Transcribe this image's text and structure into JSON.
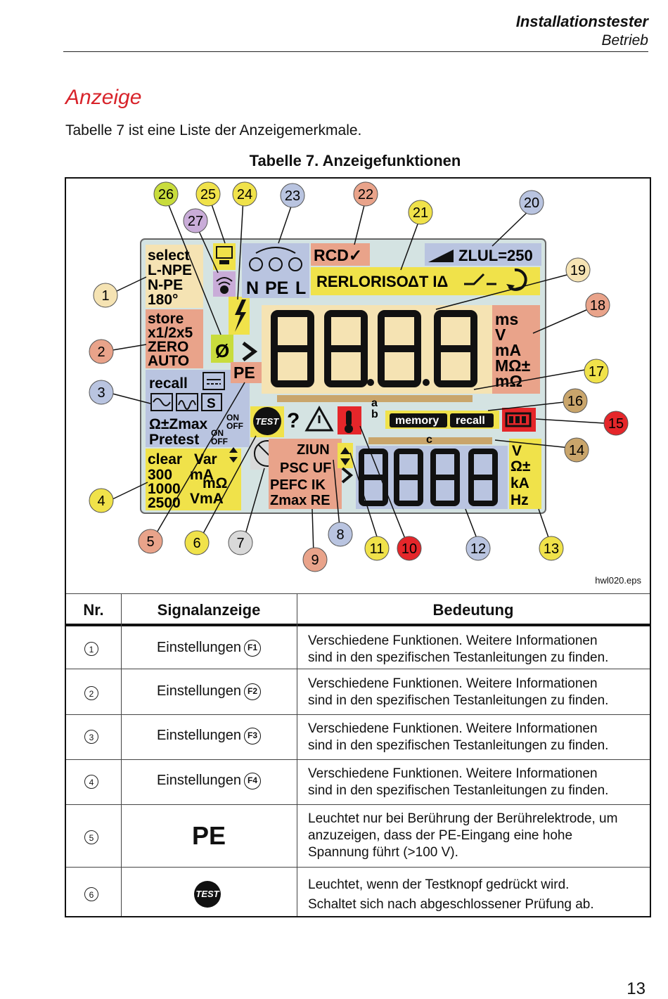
{
  "header": {
    "title": "Installationstester",
    "subtitle": "Betrieb"
  },
  "section": {
    "title": "Anzeige",
    "intro": "Tabelle 7 ist eine Liste der Anzeigemerkmale."
  },
  "table": {
    "caption": "Tabelle 7. Anzeigefunktionen",
    "figure_id": "hwl020.eps",
    "headers": {
      "nr": "Nr.",
      "signal": "Signalanzeige",
      "meaning": "Bedeutung"
    },
    "rows": [
      {
        "nr": "1",
        "signal": "Einstellungen",
        "key": "F1",
        "meaning": [
          "Verschiedene Funktionen. Weitere Informationen",
          "sind in den spezifischen Testanleitungen zu finden."
        ]
      },
      {
        "nr": "2",
        "signal": "Einstellungen",
        "key": "F2",
        "meaning": [
          "Verschiedene Funktionen. Weitere Informationen",
          "sind in den spezifischen Testanleitungen zu finden."
        ]
      },
      {
        "nr": "3",
        "signal": "Einstellungen",
        "key": "F3",
        "meaning": [
          "Verschiedene Funktionen. Weitere Informationen",
          "sind in den spezifischen Testanleitungen zu finden."
        ]
      },
      {
        "nr": "4",
        "signal": "Einstellungen",
        "key": "F4",
        "meaning": [
          "Verschiedene Funktionen. Weitere Informationen",
          "sind in den spezifischen Testanleitungen zu finden."
        ]
      },
      {
        "nr": "5",
        "signal": "PE",
        "meaning": [
          "Leuchtet nur bei Berührung der Berührelektrode, um",
          "anzuzeigen, dass der PE-Eingang eine hohe",
          "Spannung führt (>100 V)."
        ]
      },
      {
        "nr": "6",
        "signal": "TEST",
        "meaning": [
          "Leuchtet, wenn der Testknopf gedrückt wird.",
          "Schaltet sich nach abgeschlossener Prüfung ab."
        ]
      }
    ]
  },
  "display": {
    "f1": [
      "select",
      "L-NPE",
      "N-PE",
      "180°"
    ],
    "f2": [
      "store",
      "x1/2x5",
      "ZERO",
      "AUTO"
    ],
    "f3_recall": "recall",
    "f3_wave_s": "S",
    "f3_zmax": "Ω±Zmax",
    "f3_pretest": "Pretest",
    "on": "ON",
    "off": "OFF",
    "f4": [
      "clear",
      "Var",
      "300",
      "mA",
      "1000",
      "mΩ",
      "2500",
      "VmA"
    ],
    "phi": "Ø",
    "pe": "PE",
    "test": "TEST",
    "question": "?",
    "terminals": [
      "N",
      "PE",
      "L"
    ],
    "rcd": "RCD✓",
    "zlul": "ZLUL=250",
    "re": "RERLORISO",
    "delta_t": "ΔT IΔ",
    "units_top": [
      "ms",
      "V",
      "mA",
      "MΩ±",
      "mΩ"
    ],
    "label_a": "a",
    "label_b": "b",
    "label_c": "c",
    "memory": "memory",
    "recall": "recall",
    "sec_left": [
      "ZIUN",
      "PSC UF",
      "PEFC IK",
      "Zmax RE"
    ],
    "units_bottom": [
      "V",
      "Ω±",
      "kA",
      "Hz"
    ],
    "callouts": [
      {
        "n": "1",
        "c": "#f5e3b3"
      },
      {
        "n": "2",
        "c": "#e9a38a"
      },
      {
        "n": "3",
        "c": "#b9c4e0"
      },
      {
        "n": "4",
        "c": "#f0e24a"
      },
      {
        "n": "5",
        "c": "#e9a38a"
      },
      {
        "n": "6",
        "c": "#f0e24a"
      },
      {
        "n": "7",
        "c": "#d9d9d9"
      },
      {
        "n": "8",
        "c": "#b9c4e0"
      },
      {
        "n": "9",
        "c": "#e9a38a"
      },
      {
        "n": "10",
        "c": "#e5262a"
      },
      {
        "n": "11",
        "c": "#f0e24a"
      },
      {
        "n": "12",
        "c": "#b9c4e0"
      },
      {
        "n": "13",
        "c": "#f0e24a"
      },
      {
        "n": "14",
        "c": "#c9a56b"
      },
      {
        "n": "15",
        "c": "#e5262a"
      },
      {
        "n": "16",
        "c": "#c9a56b"
      },
      {
        "n": "17",
        "c": "#f0e24a"
      },
      {
        "n": "18",
        "c": "#e9a38a"
      },
      {
        "n": "19",
        "c": "#f5e3b3"
      },
      {
        "n": "20",
        "c": "#b9c4e0"
      },
      {
        "n": "21",
        "c": "#f0e24a"
      },
      {
        "n": "22",
        "c": "#e9a38a"
      },
      {
        "n": "23",
        "c": "#b9c4e0"
      },
      {
        "n": "24",
        "c": "#f0e24a"
      },
      {
        "n": "25",
        "c": "#f0e24a"
      },
      {
        "n": "26",
        "c": "#c8dc3c"
      },
      {
        "n": "27",
        "c": "#c9acd8"
      }
    ]
  },
  "page_number": "13"
}
